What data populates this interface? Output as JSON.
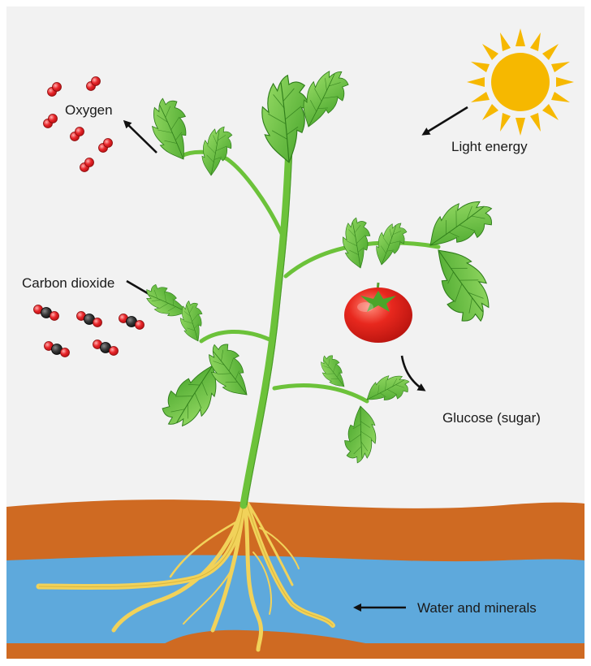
{
  "labels": {
    "oxygen": "Oxygen",
    "light_energy": "Light energy",
    "carbon_dioxide": "Carbon dioxide",
    "glucose": "Glucose (sugar)",
    "water_minerals": "Water and minerals"
  },
  "colors": {
    "background": "#f2f2f2",
    "soil": "#cf6a22",
    "water": "#5ea9dc",
    "stem": "#6cc23a",
    "leaf": "#4dae2e",
    "leaf_light": "#8fd85c",
    "root": "#f1d25a",
    "sun": "#f6b800",
    "tomato": "#e0261c",
    "oxygen_atom": "#e8262a",
    "carbon_atom": "#333333",
    "arrow": "#111111"
  },
  "icons": {
    "sun": "sun-icon",
    "oxygen_molecule": "oxygen-molecule-icon",
    "co2_molecule": "carbon-dioxide-molecule-icon",
    "tomato": "tomato-icon"
  }
}
